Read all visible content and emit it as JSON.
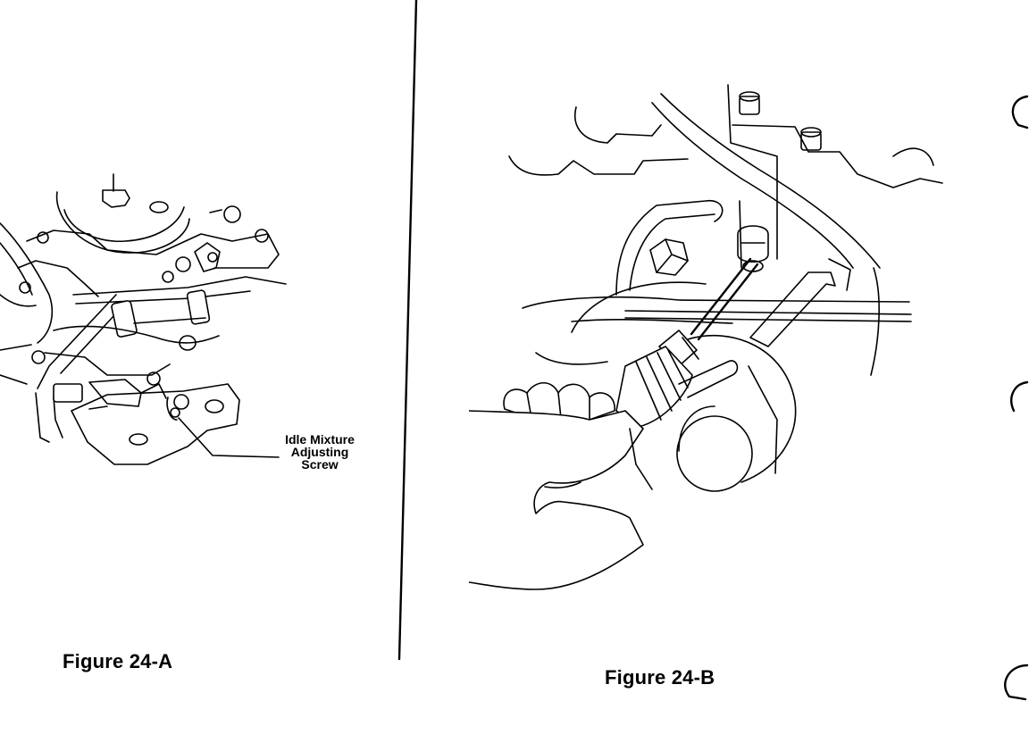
{
  "figures": [
    {
      "caption": "Figure 24-A",
      "callout_lines": [
        "Idle Mixture",
        "Adjusting",
        "Screw"
      ]
    },
    {
      "caption": "Figure 24-B"
    }
  ]
}
